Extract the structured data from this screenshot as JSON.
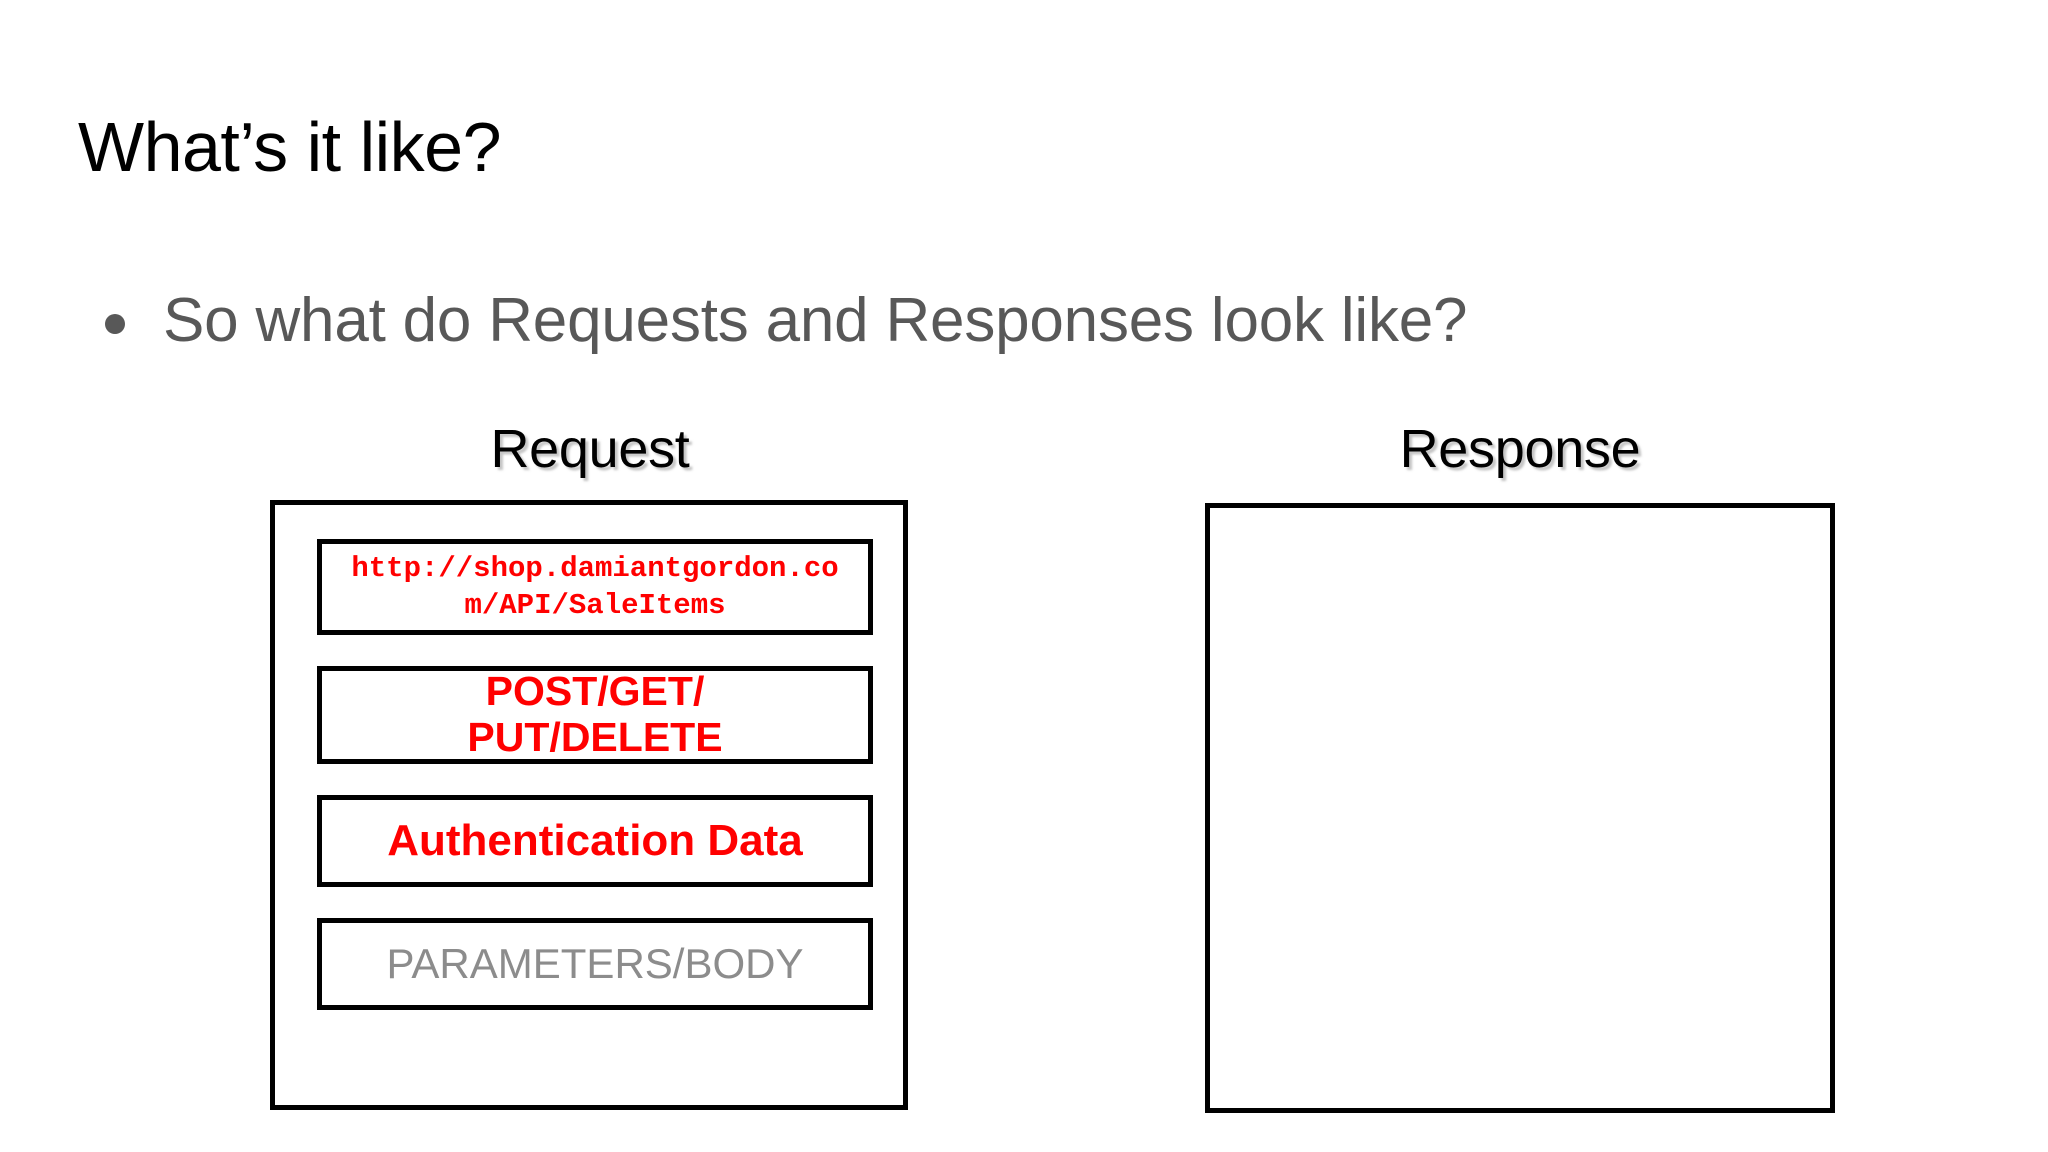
{
  "slide": {
    "title": "What’s it like?",
    "bullets": [
      {
        "marker": "bullet-dot",
        "text": "So what do Requests and Responses look like?"
      }
    ]
  },
  "diagram": {
    "request": {
      "heading": "Request",
      "fields": [
        {
          "name": "endpoint-url",
          "text": "http://shop.damiantgordon.com/API/SaleItems",
          "color": "#ff0000",
          "style": "mono-bold"
        },
        {
          "name": "http-methods",
          "text": "POST/GET/\nPUT/DELETE",
          "line1": "POST/GET/",
          "line2": "PUT/DELETE",
          "color": "#ff0000",
          "style": "sans-bold"
        },
        {
          "name": "authentication-data",
          "text": "Authentication Data",
          "color": "#ff0000",
          "style": "sans-bold"
        },
        {
          "name": "parameters-body",
          "text": "PARAMETERS/BODY",
          "color": "#8c8c8c",
          "style": "sans-regular"
        }
      ]
    },
    "response": {
      "heading": "Response",
      "fields": []
    }
  },
  "colors": {
    "background": "#ffffff",
    "title_text": "#000000",
    "body_text": "#585858",
    "accent_red": "#ff0000",
    "muted_gray": "#8c8c8c",
    "border": "#000000"
  }
}
